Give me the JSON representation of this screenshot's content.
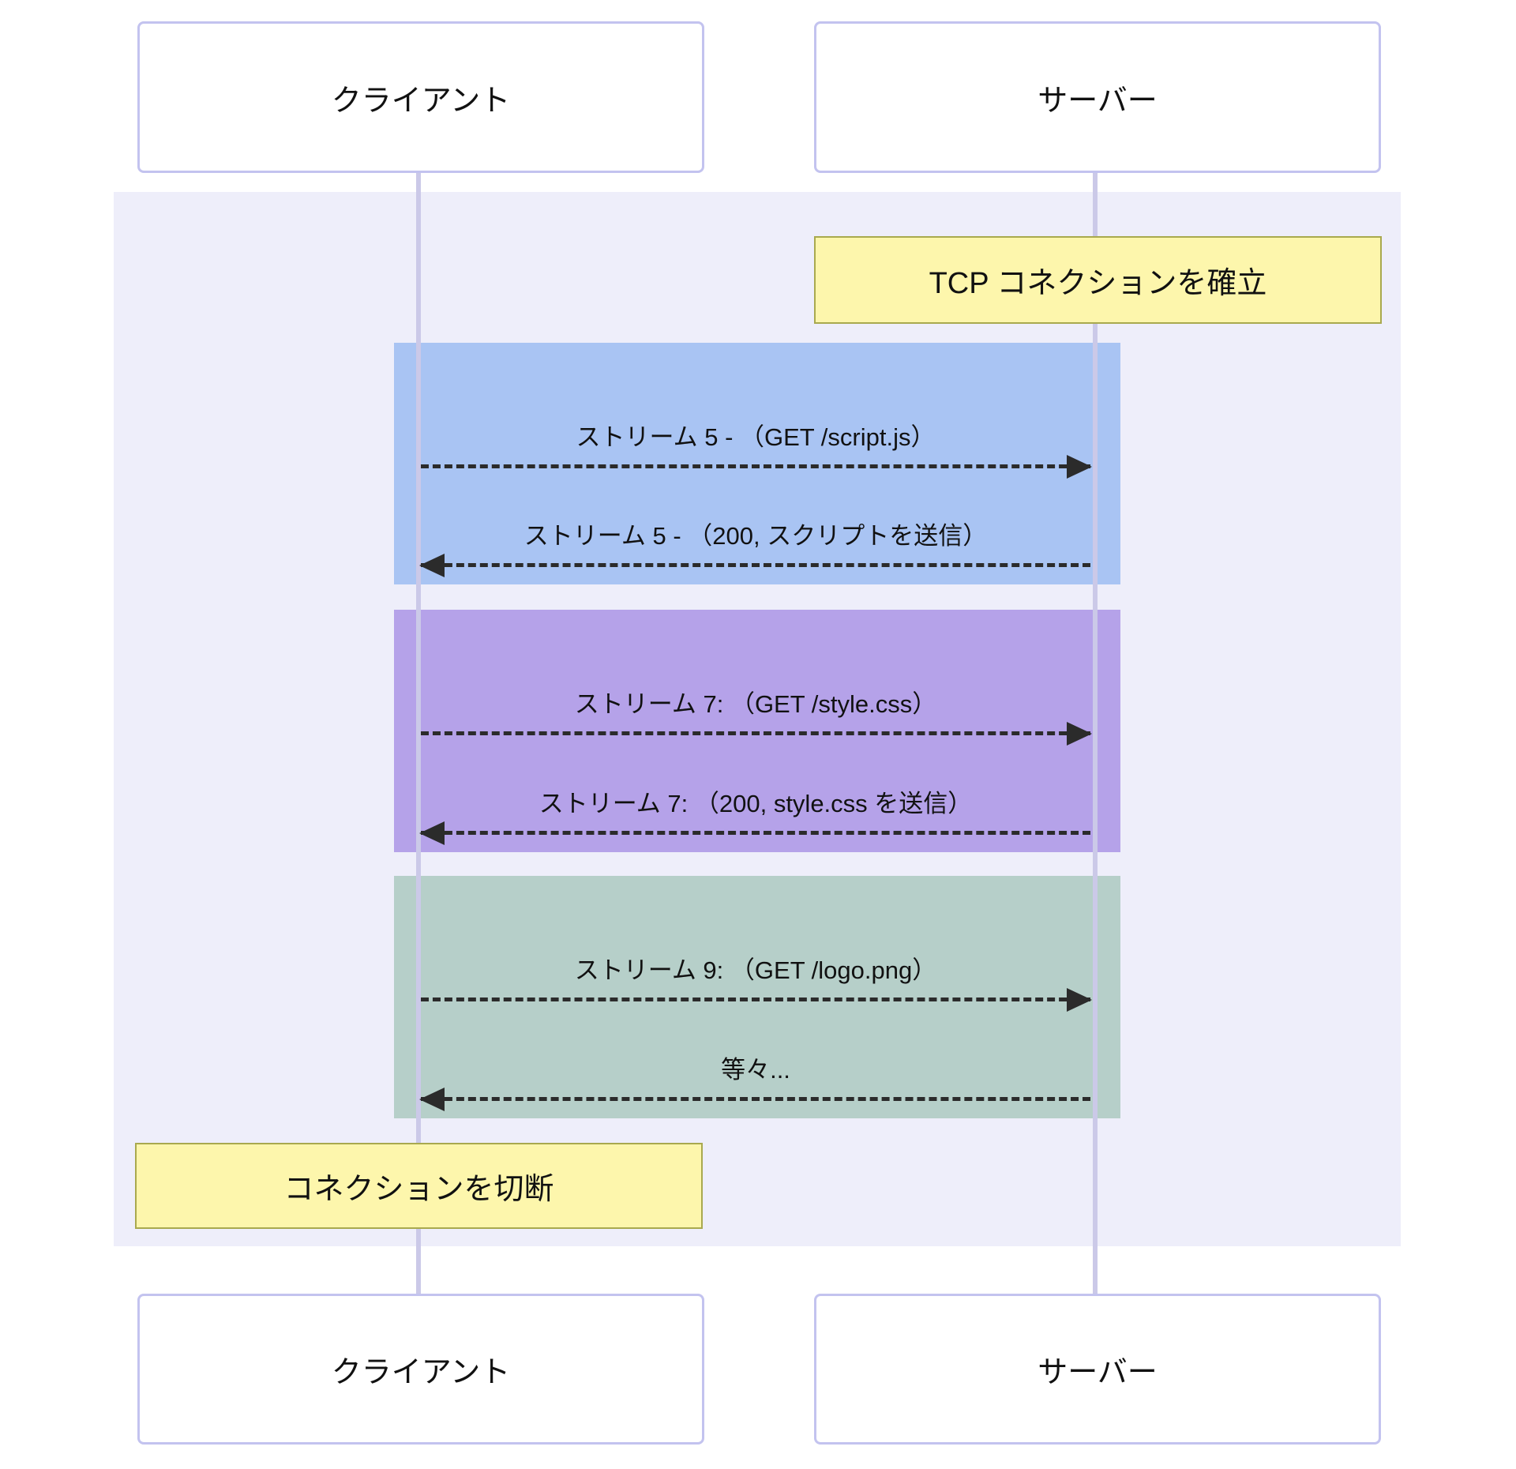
{
  "diagram": {
    "type": "sequence-diagram",
    "actors": [
      {
        "id": "client",
        "label": "クライアント"
      },
      {
        "id": "server",
        "label": "サーバー"
      }
    ],
    "notes": [
      {
        "id": "tcp-establish",
        "over": "server",
        "label": "TCP コネクションを確立"
      },
      {
        "id": "disconnect",
        "over": "client",
        "label": "コネクションを切断"
      }
    ],
    "streams": [
      {
        "id": "stream-5",
        "color": "#a9c4f3",
        "messages": [
          {
            "label": "ストリーム 5 - （GET /script.js）",
            "direction": "right",
            "from": "client",
            "to": "server"
          },
          {
            "label": "ストリーム 5 - （200, スクリプトを送信）",
            "direction": "left",
            "from": "server",
            "to": "client"
          }
        ]
      },
      {
        "id": "stream-7",
        "color": "#b5a2e9",
        "messages": [
          {
            "label": "ストリーム 7: （GET /style.css）",
            "direction": "right",
            "from": "client",
            "to": "server"
          },
          {
            "label": "ストリーム 7: （200, style.css を送信）",
            "direction": "left",
            "from": "server",
            "to": "client"
          }
        ]
      },
      {
        "id": "stream-9",
        "color": "#b6cfc9",
        "messages": [
          {
            "label": "ストリーム 9: （GET /logo.png）",
            "direction": "right",
            "from": "client",
            "to": "server"
          },
          {
            "label": "等々...",
            "direction": "left",
            "from": "server",
            "to": "client"
          }
        ]
      }
    ],
    "colors": {
      "background_band": "#eeeefa",
      "actor_border": "#c3c3ef",
      "actor_fill": "#ffffff",
      "lifeline": "#cbc9e8",
      "note_fill": "#fdf6ac",
      "note_border": "#a9a94e",
      "arrow": "#2b2b2b",
      "stream5_fill": "#a9c4f3",
      "stream7_fill": "#b5a2e9",
      "stream9_fill": "#b6cfc9"
    }
  }
}
